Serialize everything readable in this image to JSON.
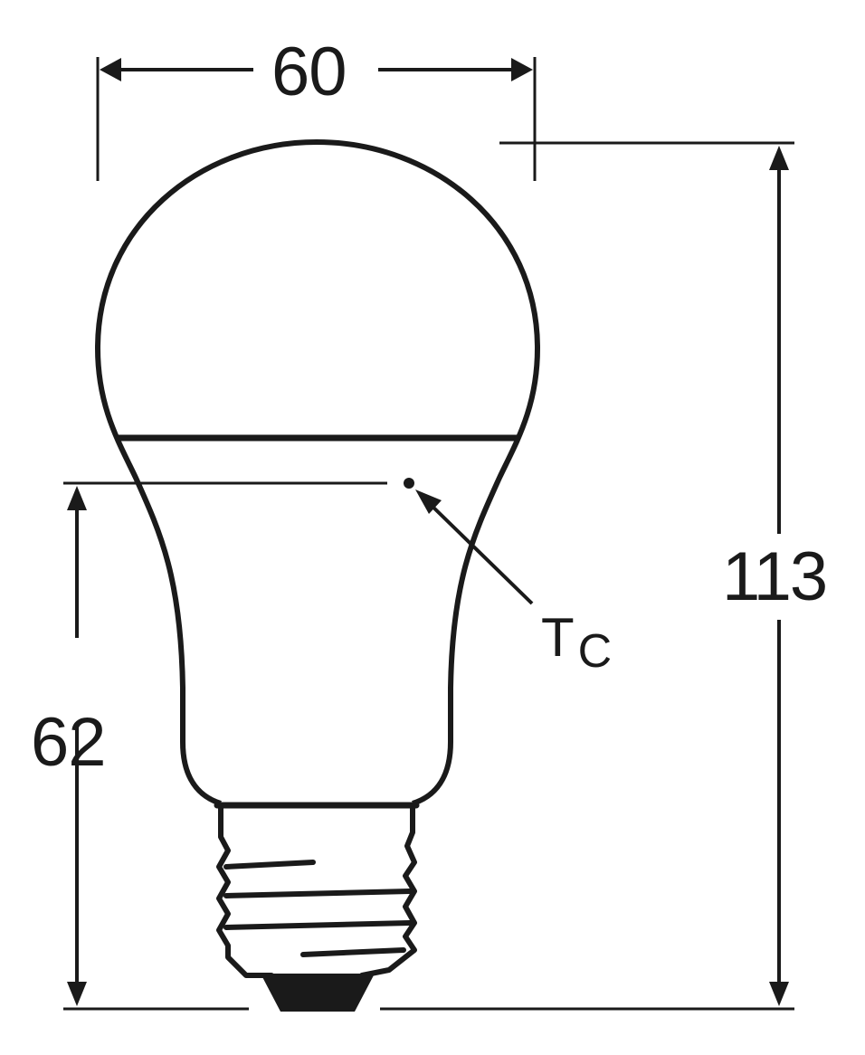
{
  "diagram": {
    "subject": "A-shape LED bulb with E27 screw base, dimension drawing",
    "units": "mm",
    "dimensions": {
      "diameter": {
        "label": "60",
        "orientation": "horizontal"
      },
      "overall_length": {
        "label": "113",
        "orientation": "vertical"
      },
      "tc_point_height": {
        "label": "62",
        "orientation": "vertical"
      }
    },
    "annotations": {
      "tc_main": "T",
      "tc_sub": "C"
    },
    "colors": {
      "line": "#1a1a1a",
      "background": "#ffffff"
    }
  }
}
